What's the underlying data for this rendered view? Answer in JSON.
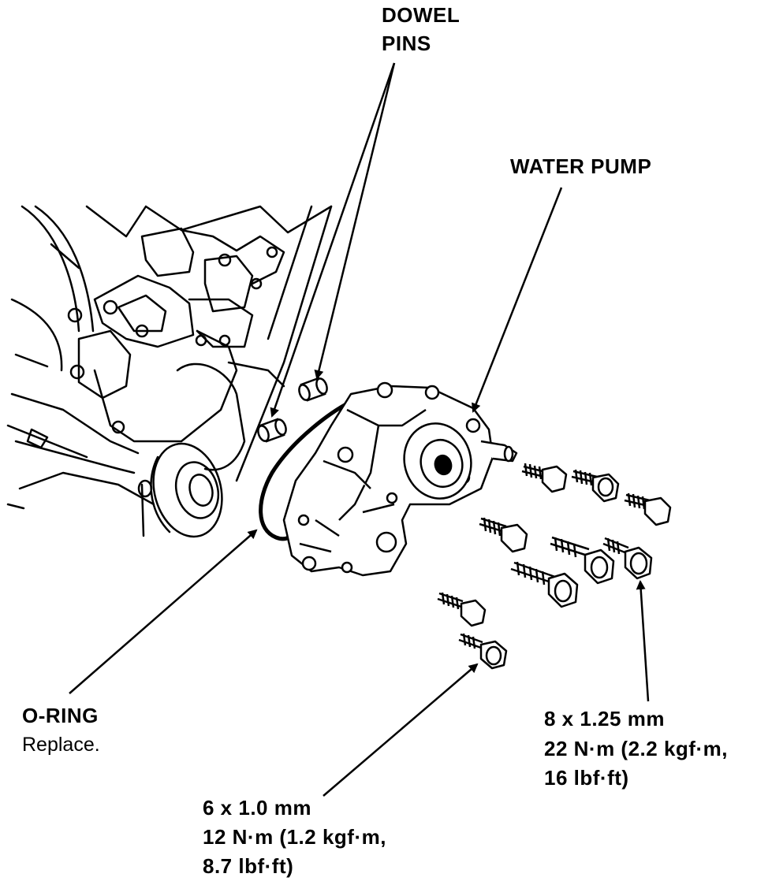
{
  "labels": {
    "dowel_line1": "DOWEL",
    "dowel_line2": "PINS",
    "water_pump": "WATER PUMP",
    "oring_title": "O-RING",
    "oring_note": "Replace.",
    "bolt8_line1": "8 x 1.25 mm",
    "bolt8_line2": "22 N·m (2.2 kgf·m,",
    "bolt8_line3": "16 lbf·ft)",
    "bolt6_line1": "6 x 1.0 mm",
    "bolt6_line2": "12 N·m (1.2 kgf·m,",
    "bolt6_line3": "8.7 lbf·ft)"
  },
  "colors": {
    "ink": "#000000",
    "paper": "#ffffff"
  }
}
